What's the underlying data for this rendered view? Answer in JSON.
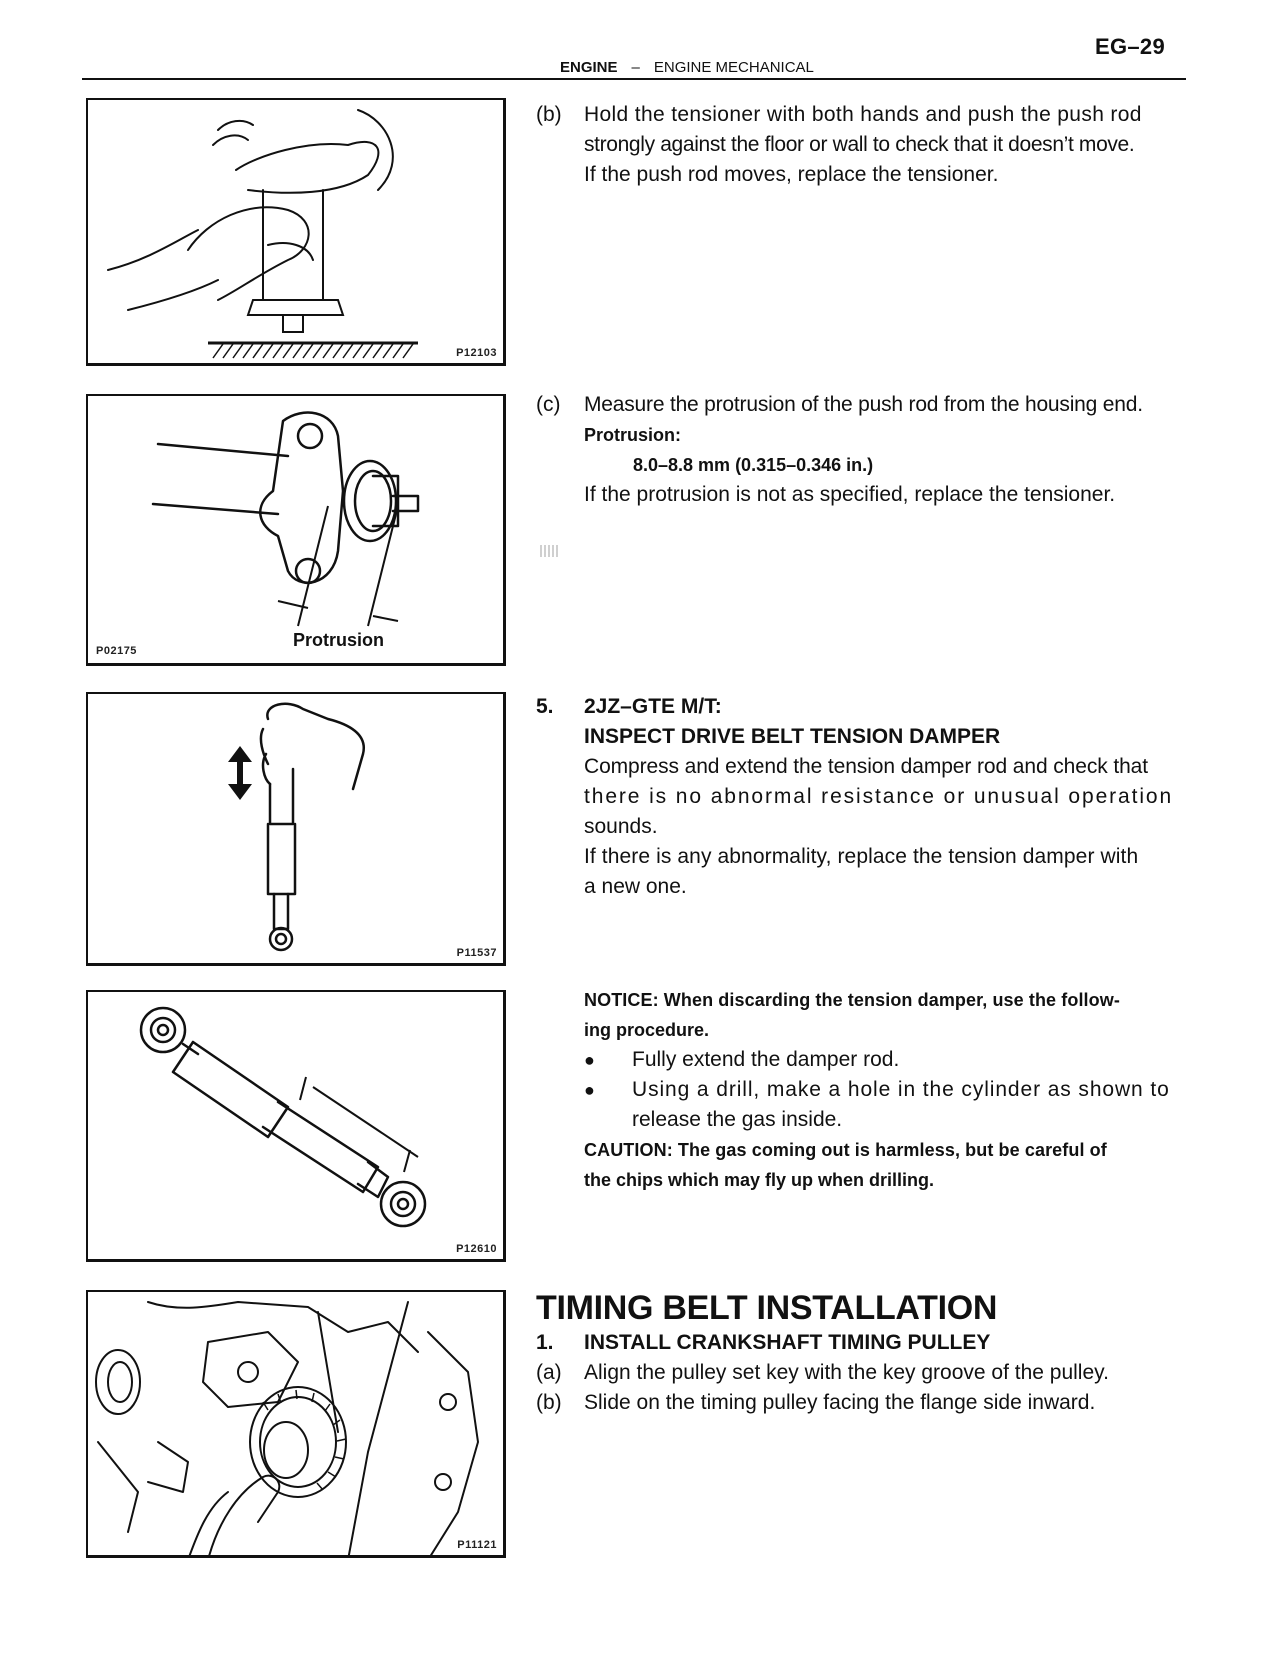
{
  "header": {
    "page_number": "EG–29",
    "section": "ENGINE",
    "separator": "–",
    "subsection": "ENGINE MECHANICAL"
  },
  "figures": [
    {
      "code": "P12103",
      "description": "Hands holding tensioner, push rod pressed against floor"
    },
    {
      "code": "P02175",
      "description": "Tensioner housing end with push rod protrusion dimension",
      "callout": "Protrusion"
    },
    {
      "code": "P11537",
      "description": "Hand compressing tension damper rod with up/down arrow"
    },
    {
      "code": "P12610",
      "description": "Tension damper with drill hole location dimension"
    },
    {
      "code": "P11121",
      "description": "Installing crankshaft timing pulley on engine"
    }
  ],
  "step_b": {
    "label": "(b)",
    "lines": [
      "Hold the tensioner with both hands and push the push rod",
      "strongly against the floor or wall to check that it doesn’t move.",
      "If the push rod moves, replace the tensioner."
    ]
  },
  "step_c": {
    "label": "(c)",
    "line1": "Measure the protrusion of the push rod from the housing end.",
    "spec_label": "Protrusion:",
    "spec_value": "8.0–8.8 mm (0.315–0.346 in.)",
    "line2": "If the protrusion is not as specified, replace the tensioner."
  },
  "step_5": {
    "number": "5.",
    "title1": "2JZ–GTE M/T:",
    "title2": "INSPECT DRIVE BELT TENSION DAMPER",
    "lines": [
      "Compress and extend the tension damper rod and check that",
      "there is no abnormal resistance or unusual operation",
      "sounds.",
      "If there is any abnormality, replace the tension damper with",
      "a new one."
    ]
  },
  "notice": {
    "line1": "NOTICE: When discarding the tension damper, use the follow-",
    "line2": "ing procedure.",
    "bullets": [
      {
        "symbol": "●",
        "lines": [
          "Fully extend the damper rod."
        ]
      },
      {
        "symbol": "●",
        "lines": [
          "Using a drill, make a hole in the cylinder as shown to",
          "release the gas inside."
        ]
      }
    ],
    "caution1": "CAUTION: The gas coming out is harmless, but be careful of",
    "caution2": "the chips which may fly up when drilling."
  },
  "timing_belt": {
    "title": "TIMING BELT INSTALLATION",
    "step_number": "1.",
    "step_title": "INSTALL CRANKSHAFT TIMING PULLEY",
    "substeps": [
      {
        "label": "(a)",
        "text": "Align the pulley set key with the key groove of the pulley."
      },
      {
        "label": "(b)",
        "text": "Slide on the timing pulley facing the flange side inward."
      }
    ]
  }
}
